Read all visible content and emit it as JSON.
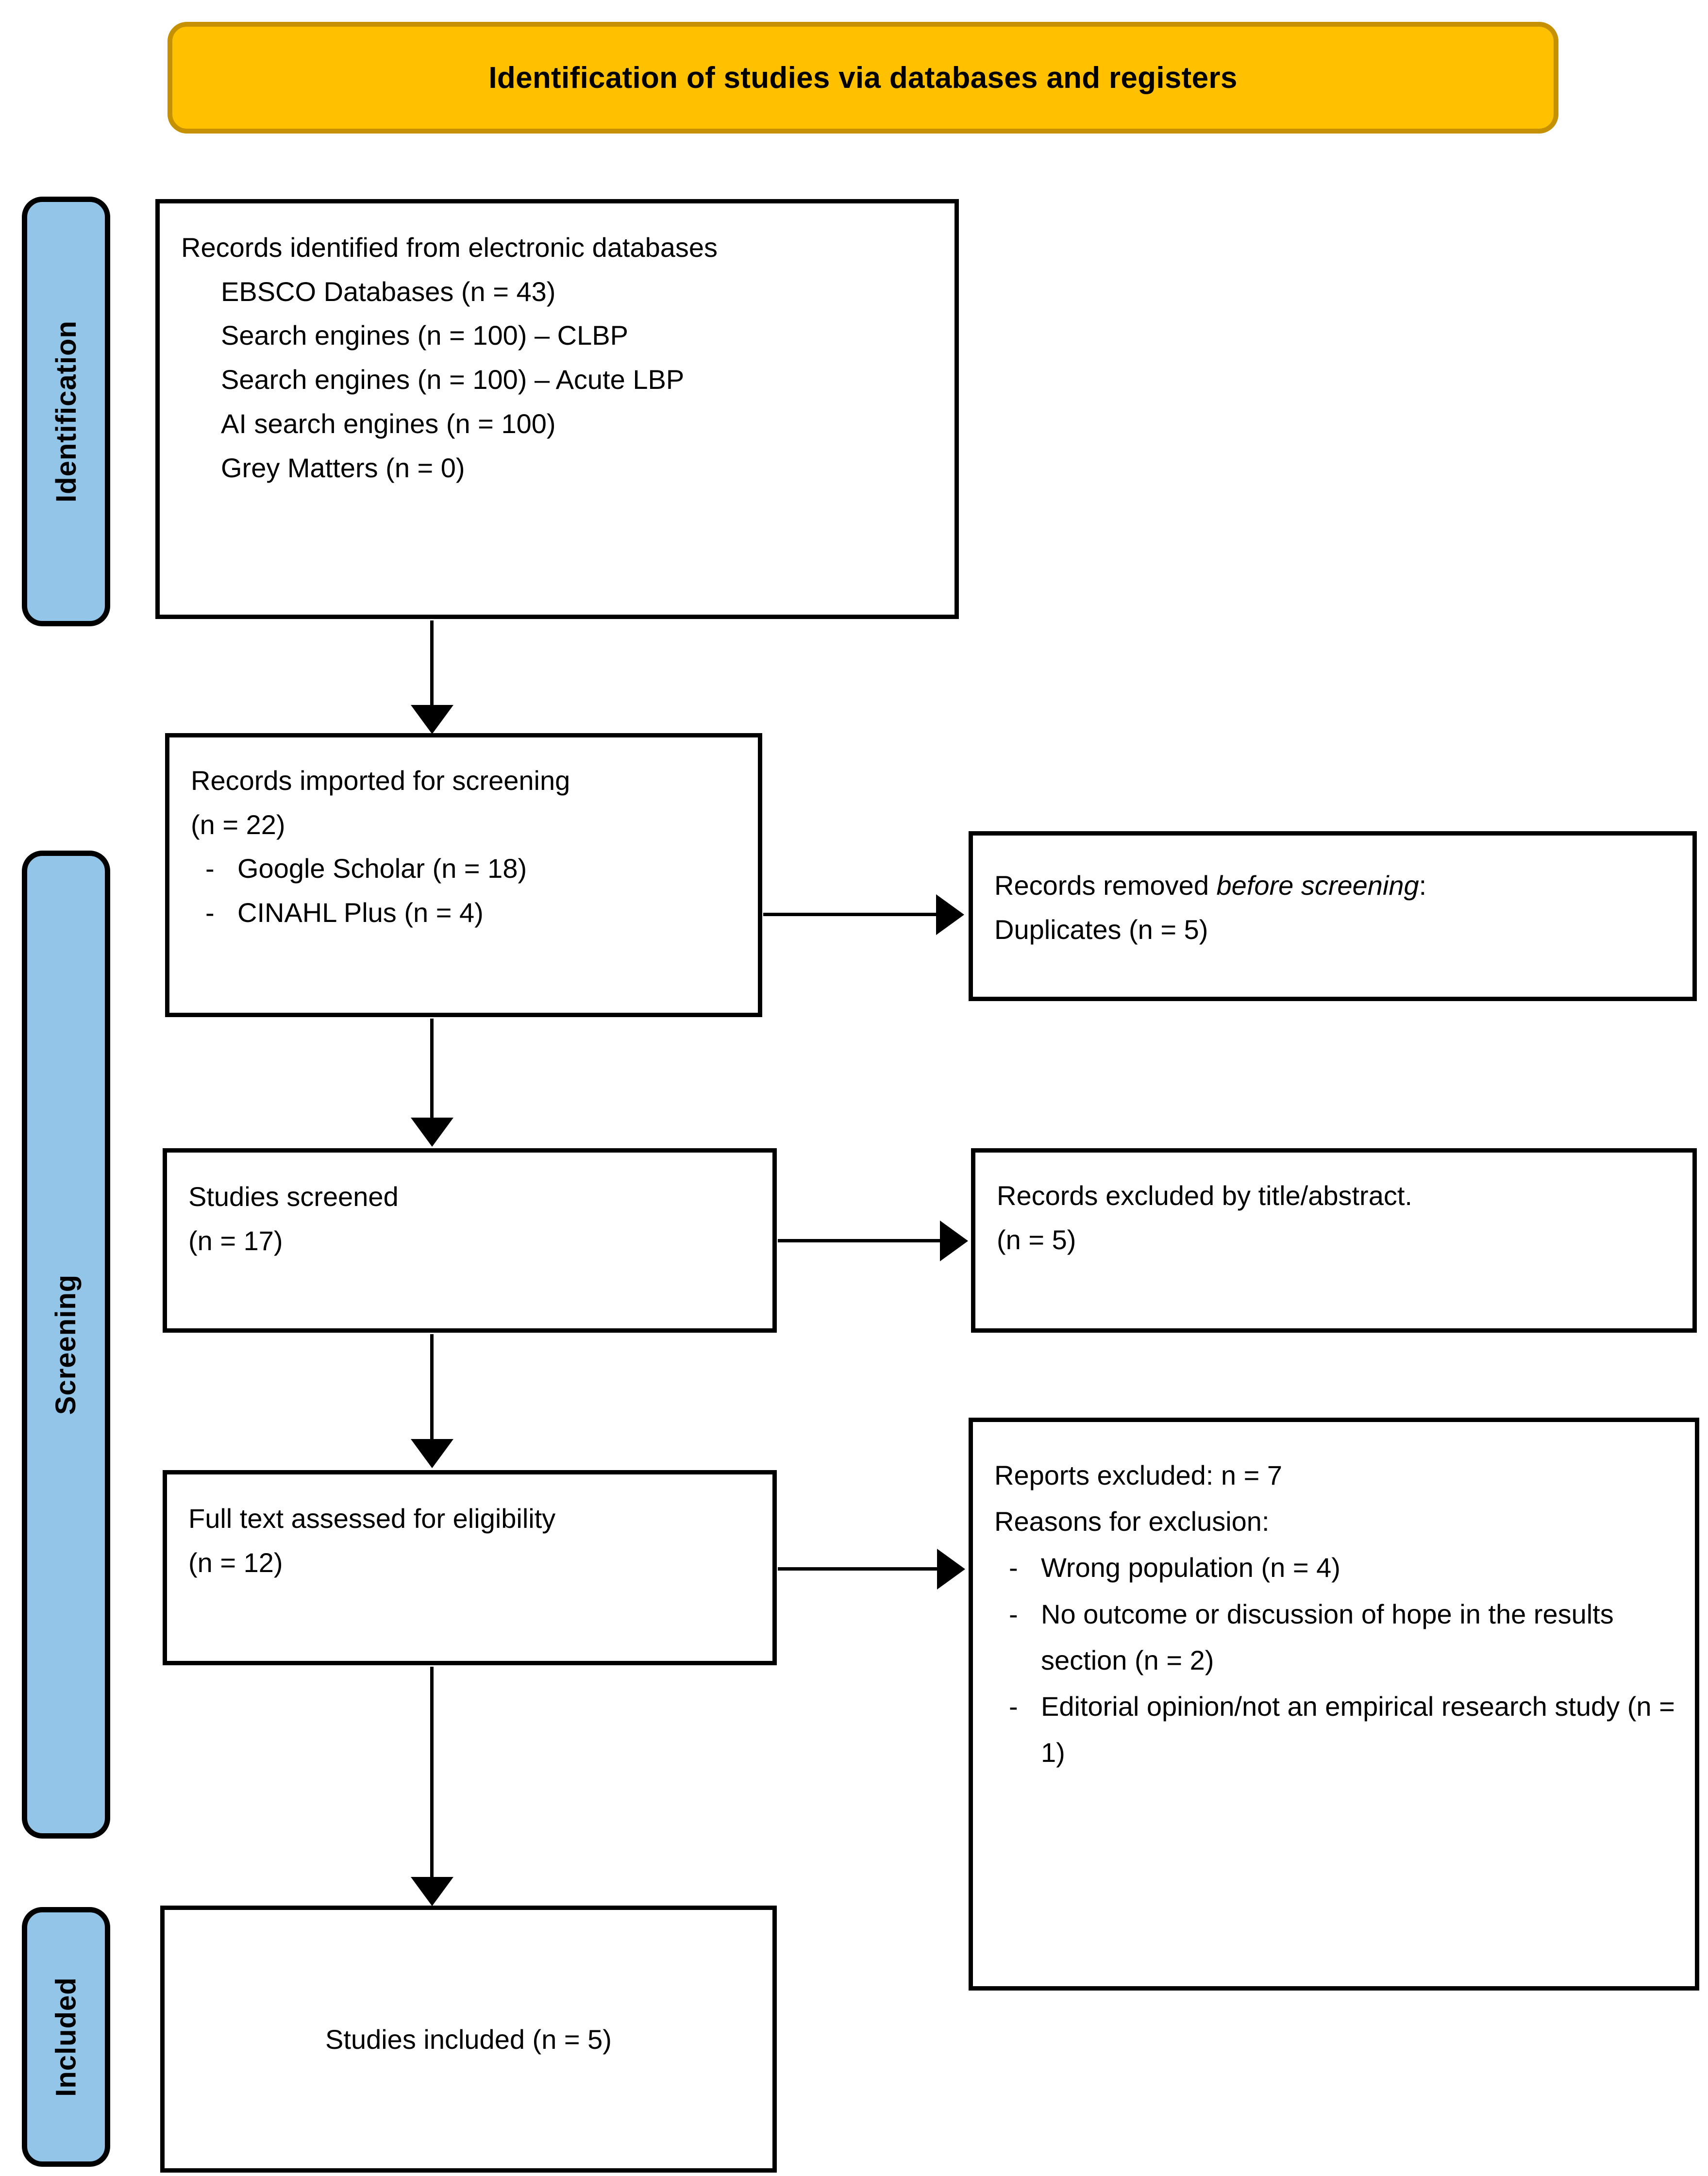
{
  "banner": {
    "title": "Identification of studies via databases and registers"
  },
  "stages": {
    "identification": "Identification",
    "screening": "Screening",
    "included": "Included"
  },
  "colors": {
    "banner_fill": "#FFC000",
    "banner_border": "#C69100",
    "stage_fill": "#92C5E8",
    "box_border": "#000000",
    "text": "#000000"
  },
  "boxes": {
    "identified": {
      "heading": "Records identified from electronic databases",
      "items": [
        "EBSCO Databases (n = 43)",
        "Search engines (n = 100) – CLBP",
        "Search engines (n = 100) – Acute LBP",
        "AI search engines (n = 100)",
        "Grey Matters (n = 0)"
      ]
    },
    "imported": {
      "heading": "Records imported for screening",
      "count": "(n = 22)",
      "items": [
        {
          "dash": "-",
          "text": "Google Scholar (n = 18)"
        },
        {
          "dash": "-",
          "text": "CINAHL Plus (n = 4)"
        }
      ]
    },
    "removed": {
      "heading_plain": "Records removed ",
      "heading_italic": "before screening",
      "heading_tail": ":",
      "detail": "Duplicates (n = 5)"
    },
    "screened": {
      "heading": "Studies screened",
      "count": "(n = 17)"
    },
    "excluded_title_abstract": {
      "heading": "Records excluded by title/abstract.",
      "count": "(n = 5)"
    },
    "fulltext": {
      "heading": "Full text assessed for eligibility",
      "count": "(n = 12)"
    },
    "reports_excluded": {
      "heading": "Reports excluded: n = 7",
      "subheading": "Reasons for exclusion:",
      "items": [
        {
          "dash": "-",
          "text": "Wrong population (n = 4)"
        },
        {
          "dash": "-",
          "text": "No outcome or discussion of hope in the results section (n = 2)"
        },
        {
          "dash": "-",
          "text": "Editorial opinion/not an empirical research study (n = 1)"
        }
      ]
    },
    "included": {
      "text": "Studies included (n = 5)"
    }
  }
}
